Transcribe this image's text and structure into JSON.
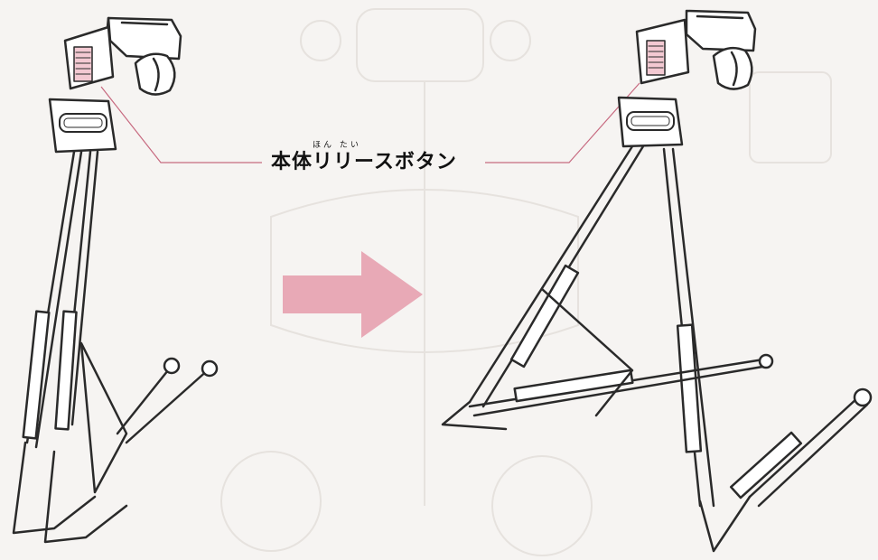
{
  "callout": {
    "ruby": "ほん たい",
    "label": "本体リリースボタン"
  },
  "colors": {
    "arrow": "#e8a9b6",
    "line": "#2a2a2a",
    "pointer": "#c76a80",
    "ghost": "#e6e2de"
  },
  "icons": {
    "arrow": "right-arrow-icon",
    "logo": "nintendo-logo"
  }
}
